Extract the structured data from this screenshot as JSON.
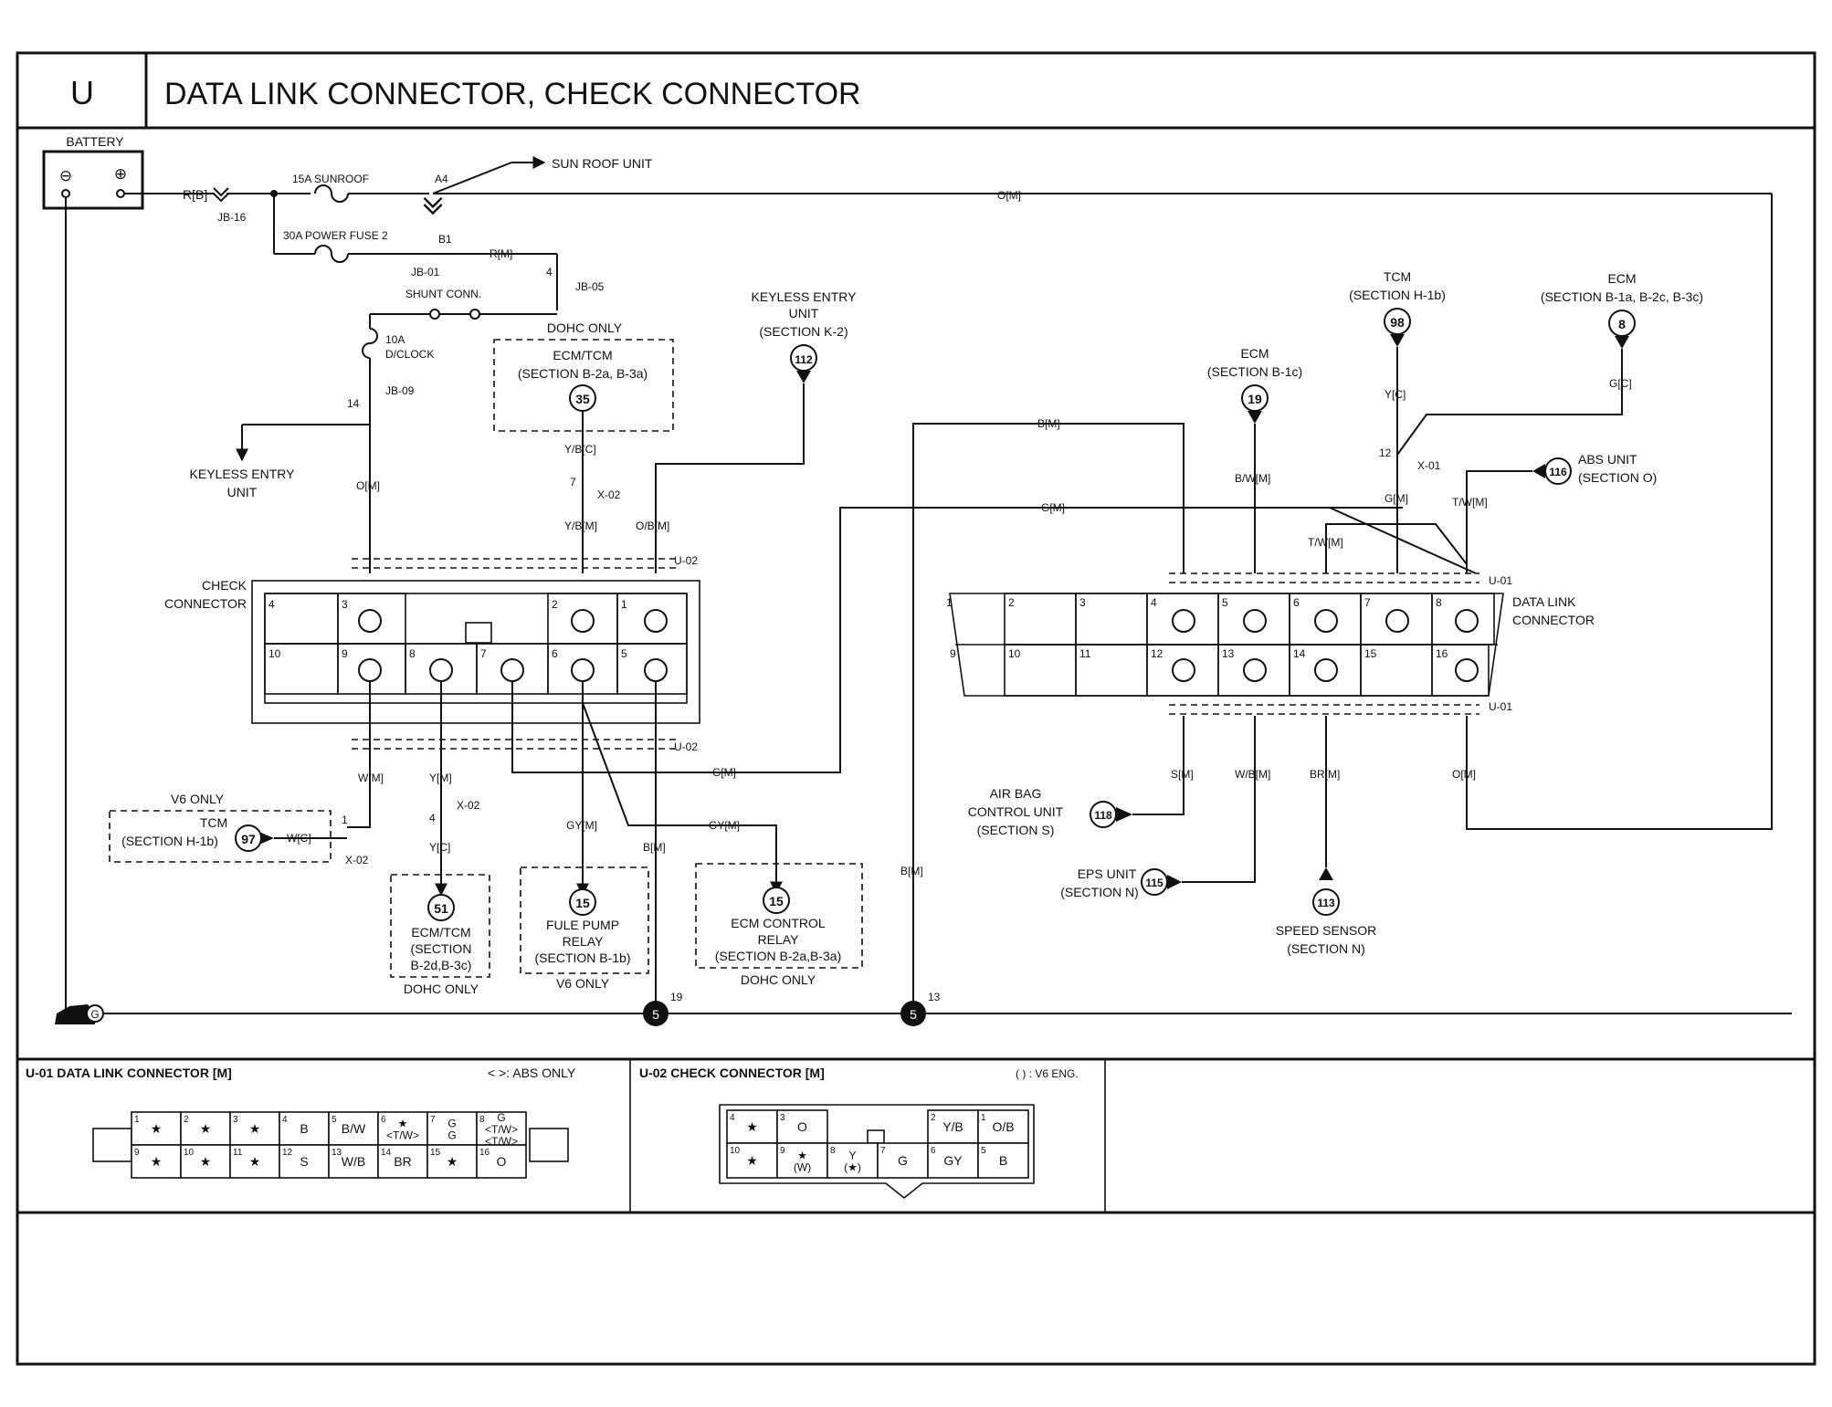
{
  "header": {
    "section_letter": "U",
    "title": "DATA LINK CONNECTOR, CHECK CONNECTOR"
  },
  "power": {
    "battery": "BATTERY",
    "batt_minus": "⊖",
    "batt_plus": "⊕",
    "wire_rb": "R[B]",
    "jb16": "JB-16",
    "fuse_sunroof": "15A SUNROOF",
    "a4": "A4",
    "sunroof_unit": "SUN ROOF UNIT",
    "wire_om_top": "O[M]",
    "fuse_power2": "30A POWER FUSE 2",
    "b1": "B1",
    "jb01": "JB-01",
    "wire_rm": "R[M]",
    "pin4": "4",
    "jb05": "JB-05",
    "shunt": "SHUNT CONN.",
    "fuse_dclock_a": "10A",
    "fuse_dclock_b": "D/CLOCK",
    "pin14": "14",
    "jb09": "JB-09",
    "keyless_unit_a": "KEYLESS ENTRY",
    "keyless_unit_b": "UNIT",
    "wire_om_left": "O[M]"
  },
  "ecm_tcm_top": {
    "note": "DOHC ONLY",
    "name": "ECM/TCM",
    "section": "(SECTION B-2a, B-3a)",
    "ref": "35",
    "wire_ybc": "Y/B[C]",
    "pin7": "7",
    "x02": "X-02",
    "wire_ybm": "Y/B[M]"
  },
  "keyless_ref": {
    "line1": "KEYLESS ENTRY",
    "line2": "UNIT",
    "line3": "(SECTION K-2)",
    "ref": "112",
    "wire_obm": "O/B[M]"
  },
  "check_connector": {
    "label_a": "CHECK",
    "label_b": "CONNECTOR",
    "u02": "U-02",
    "u02_bottom": "U-02",
    "pins_top": [
      "4",
      "3",
      "2",
      "1"
    ],
    "pins_bottom": [
      "10",
      "9",
      "8",
      "7",
      "6",
      "5"
    ]
  },
  "check_lower": {
    "wire_wm": "W[M]",
    "wire_ym": "Y[M]",
    "wire_gm": "G[M]",
    "wire_gym": "GY[M]",
    "wire_gym2": "GY[M]",
    "wire_bm": "B[M]",
    "v6_only": "V6 ONLY",
    "tcm": "TCM",
    "tcm_section": "(SECTION H-1b)",
    "tcm_ref": "97",
    "wire_wc": "W[C]",
    "pin1": "1",
    "x02_left": "X-02",
    "pin4": "4",
    "x02_mid": "X-02",
    "wire_yc": "Y[C]",
    "ecm51_ref": "51",
    "ecm51_a": "ECM/TCM",
    "ecm51_b": "(SECTION",
    "ecm51_c": "B-2d,B-3c)",
    "ecm51_note": "DOHC ONLY",
    "fuel_ref": "15",
    "fuel_a": "FULE PUMP",
    "fuel_b": "RELAY",
    "fuel_c": "(SECTION B-1b)",
    "fuel_note": "V6 ONLY",
    "ecmrel_ref": "15",
    "ecmrel_a": "ECM CONTROL",
    "ecmrel_b": "RELAY",
    "ecmrel_c": "(SECTION B-2a,B-3a)",
    "ecmrel_note": "DOHC ONLY"
  },
  "ground": {
    "g": "G",
    "g5a": "5",
    "g5a_pin": "19",
    "g5b": "5",
    "g5b_pin": "13",
    "wire_bm_mid": "B[M]"
  },
  "dlc": {
    "label_a": "DATA LINK",
    "label_b": "CONNECTOR",
    "u01_top": "U-01",
    "u01_bottom": "U-01",
    "pins_top": [
      "1",
      "2",
      "3",
      "4",
      "5",
      "6",
      "7",
      "8"
    ],
    "pins_bottom": [
      "9",
      "10",
      "11",
      "12",
      "13",
      "14",
      "15",
      "16"
    ],
    "wire_bm": "B[M]",
    "wire_gm": "G[M]",
    "ecm19_a": "ECM",
    "ecm19_b": "(SECTION B-1c)",
    "ecm19_ref": "19",
    "wire_bwm": "B/W[M]",
    "tcm98_a": "TCM",
    "tcm98_b": "(SECTION H-1b)",
    "tcm98_ref": "98",
    "wire_yc": "Y[C]",
    "pin12": "12",
    "x01": "X-01",
    "wire_gm2": "G[M]",
    "ecm8_a": "ECM",
    "ecm8_b": "(SECTION B-1a, B-2c, B-3c)",
    "ecm8_ref": "8",
    "wire_gc": "G[C]",
    "abs_a": "ABS UNIT",
    "abs_b": "(SECTION O)",
    "abs_ref": "116",
    "wire_twm": "T/W[M]",
    "wire_twm2": "T/W[M]",
    "wire_sm": "S[M]",
    "wire_wbm": "W/B[M]",
    "wire_brm": "BR[M]",
    "wire_om": "O[M]",
    "airbag_a": "AIR BAG",
    "airbag_b": "CONTROL UNIT",
    "airbag_c": "(SECTION S)",
    "airbag_ref": "118",
    "eps_a": "EPS UNIT",
    "eps_b": "(SECTION N)",
    "eps_ref": "115",
    "speed_ref": "113",
    "speed_a": "SPEED SENSOR",
    "speed_b": "(SECTION N)"
  },
  "u01_table": {
    "title": "U-01 DATA LINK CONNECTOR [M]",
    "note": "<   >: ABS ONLY",
    "top": [
      {
        "n": "1",
        "v": "★"
      },
      {
        "n": "2",
        "v": "★"
      },
      {
        "n": "3",
        "v": "★"
      },
      {
        "n": "4",
        "v": "B"
      },
      {
        "n": "5",
        "v": "B/W"
      },
      {
        "n": "6",
        "v": "★",
        "v2": "<T/W>"
      },
      {
        "n": "7",
        "v": "G",
        "v2": "G"
      },
      {
        "n": "8",
        "v": "G",
        "v2": "<T/W>",
        "v3": "<T/W>"
      }
    ],
    "bottom": [
      {
        "n": "9",
        "v": "★"
      },
      {
        "n": "10",
        "v": "★"
      },
      {
        "n": "11",
        "v": "★"
      },
      {
        "n": "12",
        "v": "S"
      },
      {
        "n": "13",
        "v": "W/B"
      },
      {
        "n": "14",
        "v": "BR"
      },
      {
        "n": "15",
        "v": "★"
      },
      {
        "n": "16",
        "v": "O"
      }
    ]
  },
  "u02_table": {
    "title": "U-02 CHECK CONNECTOR [M]",
    "note": "(   ) : V6 ENG.",
    "top": [
      {
        "n": "4",
        "v": "★"
      },
      {
        "n": "3",
        "v": "O"
      },
      {
        "n": "2",
        "v": "Y/B"
      },
      {
        "n": "1",
        "v": "O/B"
      }
    ],
    "bottom": [
      {
        "n": "10",
        "v": "★"
      },
      {
        "n": "9",
        "v": "★",
        "v2": "(W)"
      },
      {
        "n": "8",
        "v": "Y",
        "v2": "(★)"
      },
      {
        "n": "7",
        "v": "G"
      },
      {
        "n": "6",
        "v": "GY"
      },
      {
        "n": "5",
        "v": "B"
      }
    ]
  }
}
